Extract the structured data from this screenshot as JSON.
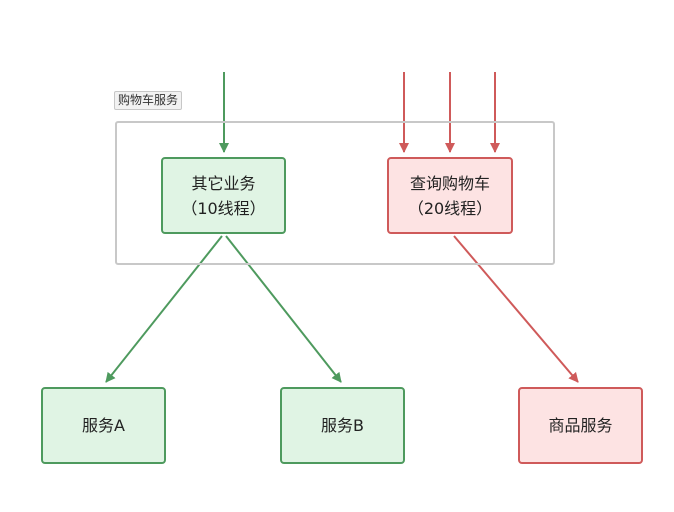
{
  "container": {
    "label": "购物车服务"
  },
  "nodes": {
    "other_business": {
      "line1": "其它业务",
      "line2": "（10线程）"
    },
    "query_cart": {
      "line1": "查询购物车",
      "line2": "（20线程）"
    },
    "service_a": {
      "label": "服务A"
    },
    "service_b": {
      "label": "服务B"
    },
    "goods_service": {
      "label": "商品服务"
    }
  },
  "colors": {
    "green_fill": "#e0f4e4",
    "green_stroke": "#4e9a5e",
    "red_fill": "#fde3e3",
    "red_stroke": "#cf5a5a",
    "container_stroke": "#c8c8c8"
  }
}
